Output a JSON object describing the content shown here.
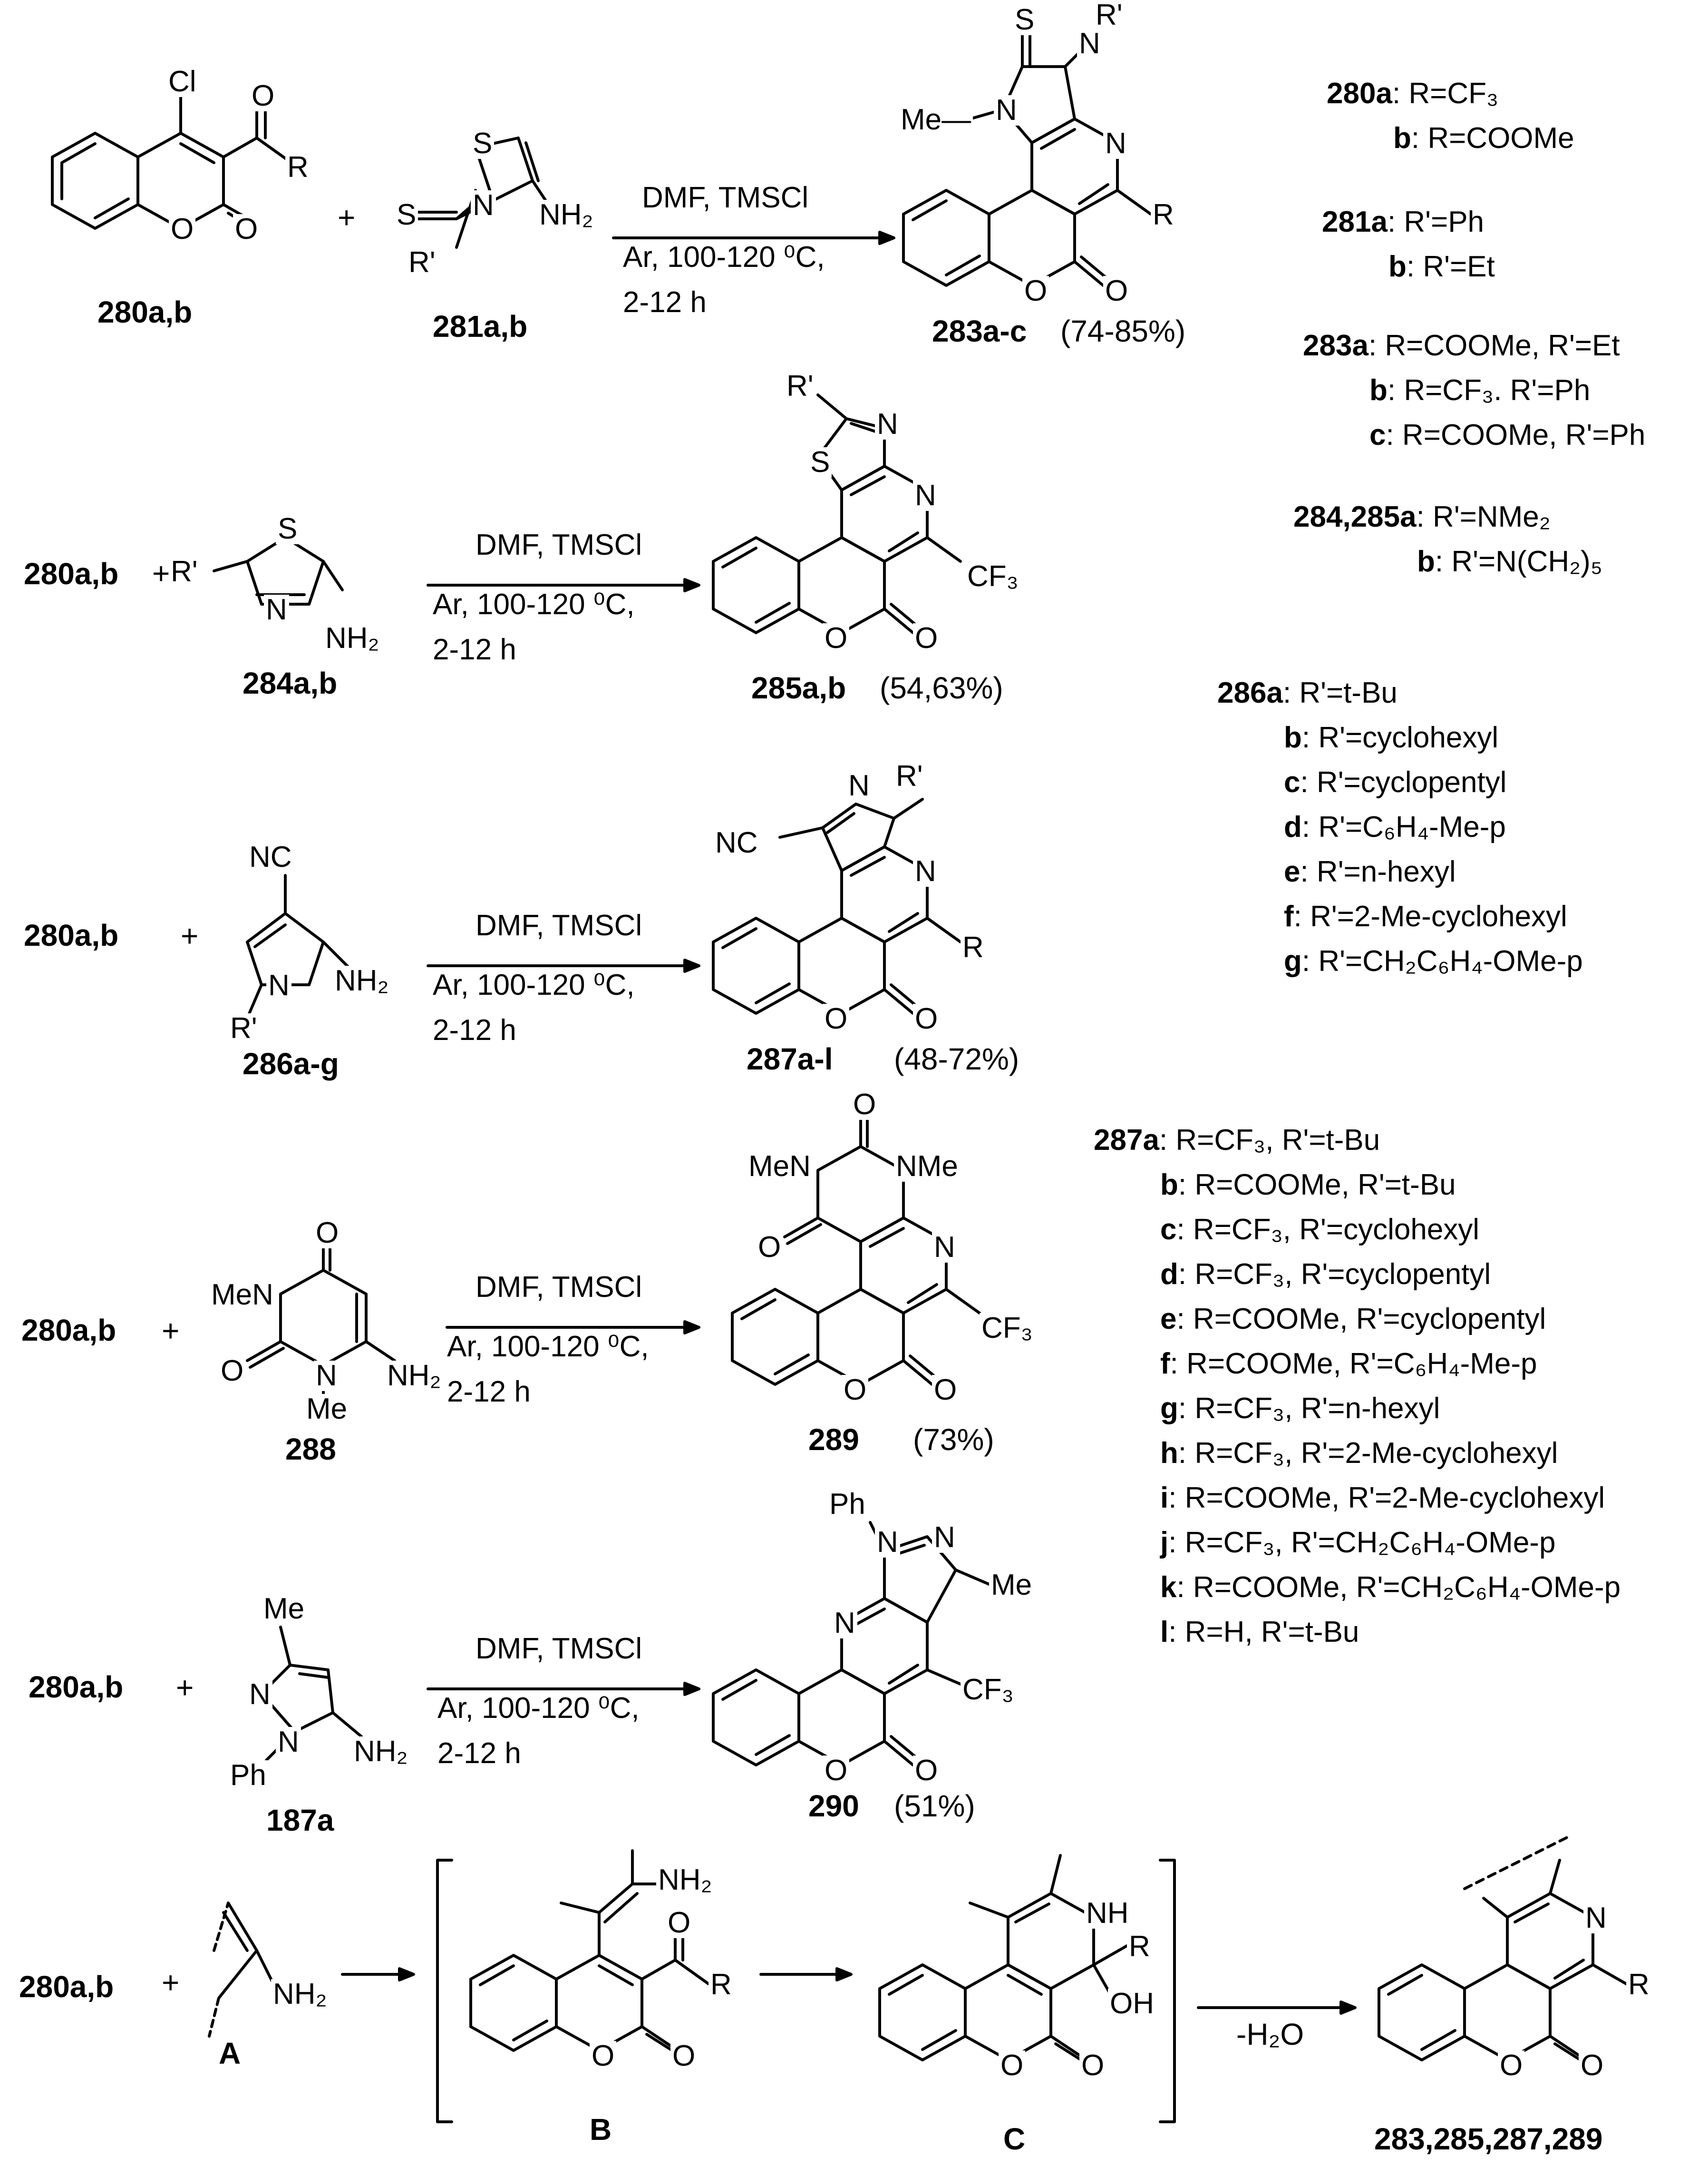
{
  "rows": [
    {
      "reactant1": "280a,b",
      "reactant2": "281a,b",
      "conditions": [
        "DMF,  TMSCl",
        "Ar,  100-120 ⁰C,",
        "2-12 h"
      ],
      "product": "283a-c",
      "yield": "(74-85%)"
    },
    {
      "reactant1": "280a,b",
      "reactant2": "284a,b",
      "conditions": [
        "DMF,  TMSCl",
        "Ar,  100-120 ⁰C,",
        "2-12 h"
      ],
      "product": "285a,b",
      "yield": "(54,63%)"
    },
    {
      "reactant1": "280a,b",
      "reactant2": "286a-g",
      "conditions": [
        "DMF,  TMSCl",
        "Ar,  100-120 ⁰C,",
        "2-12 h"
      ],
      "product": "287a-l",
      "yield": "(48-72%)"
    },
    {
      "reactant1": "280a,b",
      "reactant2": "288",
      "conditions": [
        "DMF,  TMSCl",
        "Ar,  100-120 ⁰C,",
        "2-12 h"
      ],
      "product": "289",
      "yield": "(73%)"
    },
    {
      "reactant1": "280a,b",
      "reactant2": "187a",
      "conditions": [
        "DMF,  TMSCl",
        "Ar,  100-120 ⁰C,",
        "2-12 h"
      ],
      "product": "290",
      "yield": "(51%)"
    }
  ],
  "mechanism": {
    "reactant": "280a,b",
    "intermediate_A": "A",
    "intermediate_B": "B",
    "intermediate_C": "C",
    "step_condition": "-H₂O",
    "product": "283,285,287,289"
  },
  "legend_280": [
    {
      "key": "280a",
      "text": ": R=CF₃"
    },
    {
      "key": "b",
      "text": ": R=COOMe"
    }
  ],
  "legend_281": [
    {
      "key": "281a",
      "text": ": R'=Ph"
    },
    {
      "key": "b",
      "text": ": R'=Et"
    }
  ],
  "legend_283": [
    {
      "key": "283a",
      "text": ": R=COOMe, R'=Et"
    },
    {
      "key": "b",
      "text": ": R=CF₃. R'=Ph"
    },
    {
      "key": "c",
      "text": ": R=COOMe, R'=Ph"
    }
  ],
  "legend_284": [
    {
      "key": "284,285a",
      "text": ": R'=NMe₂"
    },
    {
      "key": "b",
      "text": ": R'=N(CH₂)₅"
    }
  ],
  "legend_286": [
    {
      "key": "286a",
      "text": ": R'=t-Bu"
    },
    {
      "key": "b",
      "text": ": R'=cyclohexyl"
    },
    {
      "key": "c",
      "text": ": R'=cyclopentyl"
    },
    {
      "key": "d",
      "text": ": R'=C₆H₄-Me-p"
    },
    {
      "key": "e",
      "text": ": R'=n-hexyl"
    },
    {
      "key": "f",
      "text": ": R'=2-Me-cyclohexyl"
    },
    {
      "key": "g",
      "text": ": R'=CH₂C₆H₄-OMe-p"
    }
  ],
  "legend_287": [
    {
      "key": "287a",
      "text": ": R=CF₃, R'=t-Bu"
    },
    {
      "key": "b",
      "text": ": R=COOMe, R'=t-Bu"
    },
    {
      "key": "c",
      "text": ": R=CF₃, R'=cyclohexyl"
    },
    {
      "key": "d",
      "text": ": R=CF₃, R'=cyclopentyl"
    },
    {
      "key": "e",
      "text": ": R=COOMe, R'=cyclopentyl"
    },
    {
      "key": "f",
      "text": ": R=COOMe, R'=C₆H₄-Me-p"
    },
    {
      "key": "g",
      "text": ": R=CF₃, R'=n-hexyl"
    },
    {
      "key": "h",
      "text": ": R=CF₃, R'=2-Me-cyclohexyl"
    },
    {
      "key": "i",
      "text": ": R=COOMe, R'=2-Me-cyclohexyl"
    },
    {
      "key": "j",
      "text": ": R=CF₃, R'=CH₂C₆H₄-OMe-p"
    },
    {
      "key": "k",
      "text": ": R=COOMe, R'=CH₂C₆H₄-OMe-p"
    },
    {
      "key": "l",
      "text": ": R=H, R'=t-Bu"
    }
  ],
  "atoms": {
    "Cl": "Cl",
    "O": "O",
    "R": "R",
    "S": "S",
    "N": "N",
    "NH2": "NH₂",
    "Me": "Me",
    "Rp": "R'",
    "NC": "NC",
    "CF3": "CF₃",
    "MeN": "MeN",
    "NMe": "NMe",
    "Ph": "Ph",
    "NH": "NH",
    "OH": "OH",
    "Me_dash": "Me—"
  }
}
